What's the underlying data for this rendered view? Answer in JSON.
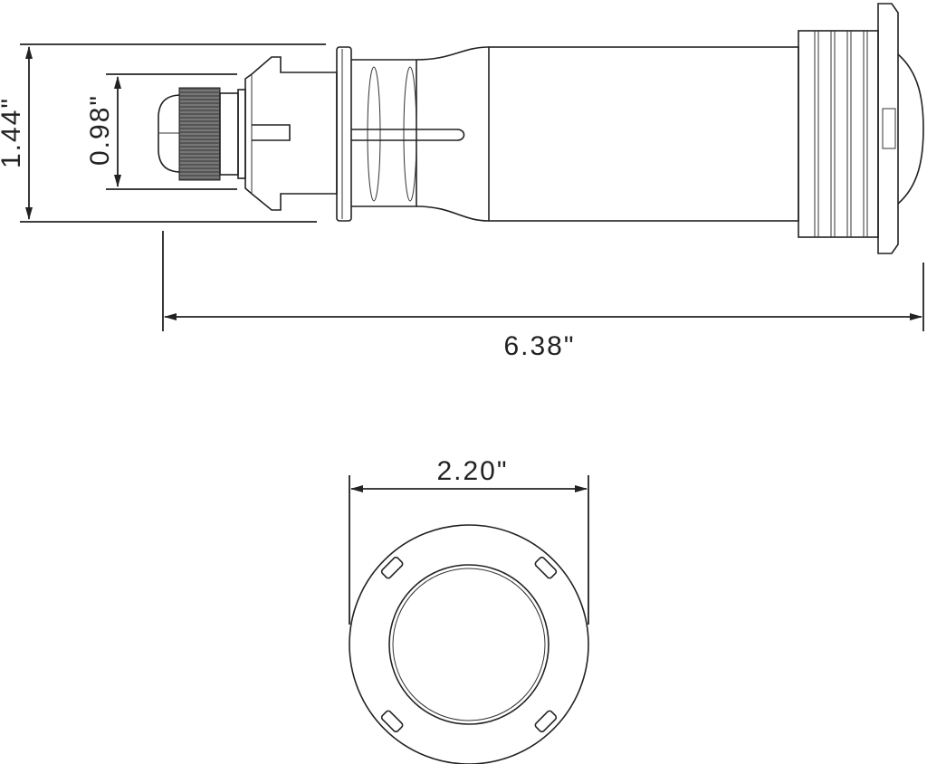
{
  "dimensions": {
    "height_outer": "1.44\"",
    "height_inner": "0.98\"",
    "length": "6.38\"",
    "diameter": "2.20\""
  }
}
